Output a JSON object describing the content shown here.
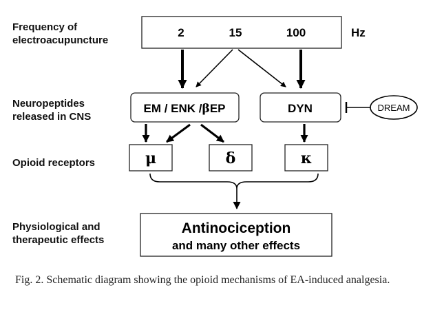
{
  "row_labels": {
    "frequency_line1": "Frequency of",
    "frequency_line2": "electroacupuncture",
    "neuropeptides_line1": "Neuropeptides",
    "neuropeptides_line2": "released in CNS",
    "receptors": "Opioid receptors",
    "effects_line1": "Physiological and",
    "effects_line2": "therapeutic effects"
  },
  "frequency": {
    "values": [
      "2",
      "15",
      "100"
    ],
    "unit": "Hz"
  },
  "neuropeptides": {
    "group1_prefix": "EM / ENK /",
    "group1_beta": "β",
    "group1_suffix": "EP",
    "group2": "DYN",
    "inhibitor": "DREAM"
  },
  "receptors": {
    "mu": "μ",
    "delta": "δ",
    "kappa": "κ"
  },
  "effects": {
    "title": "Antinociception",
    "subtitle": "and many other effects"
  },
  "caption": "Fig. 2. Schematic diagram showing the opioid mechanisms of EA-induced analgesia."
}
